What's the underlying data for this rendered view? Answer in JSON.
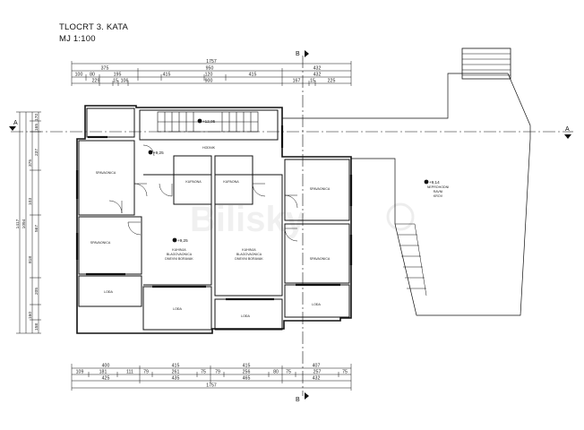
{
  "title": {
    "line1": "TLOCRT 3. KATA",
    "line2": "MJ 1:100"
  },
  "section_markers": {
    "b_top": "B",
    "b_bottom": "B",
    "a_left": "A",
    "a_right": "A"
  },
  "dimensions_top": {
    "total": "1757",
    "row2": [
      "375",
      "950",
      "432"
    ],
    "row3": [
      "100",
      "80",
      "195",
      "415",
      "120",
      "415",
      "432"
    ],
    "row4": [
      "229",
      "15",
      "106",
      "900",
      "167",
      "15",
      "225"
    ]
  },
  "dimensions_bottom": {
    "row1": [
      "400",
      "415",
      "415",
      "407"
    ],
    "row2": [
      "109",
      "181",
      "111",
      "79",
      "261",
      "75",
      "79",
      "256",
      "80",
      "75",
      "257",
      "75"
    ],
    "row3": [
      "425",
      "435",
      "465",
      "432"
    ],
    "total": "1757"
  },
  "dimensions_left": {
    "total": "1417",
    "sub": "1094",
    "values": [
      "170",
      "165",
      "237",
      "375",
      "103",
      "567",
      "818",
      "205",
      "160",
      "158"
    ]
  },
  "levels": [
    "+12,95",
    "+9,25",
    "+9,25",
    "+9,14"
  ],
  "rooms": {
    "hodnik": "HODNIK",
    "spav1": "SPAVAONICA",
    "spav2": "SPAVAONICA",
    "spav3": "SPAVAONICA",
    "spav4": "SPAVAONICA",
    "kup1": "KUPAONA",
    "kup2": "KUPAONA",
    "kuh1_l1": "KUHINJA",
    "kuh1_l2": "BLAGOVAONICA",
    "kuh1_l3": "DNEVNI BORAVAK",
    "kuh2_l1": "KUHINJA",
    "kuh2_l2": "BLAGOVAONICA",
    "kuh2_l3": "DNEVNI BORAVAK",
    "lod1": "LOĐA",
    "lod2": "LOĐA",
    "lod3": "LOĐA",
    "lod4": "LOĐA",
    "neprohodni_l1": "NEPROHODNI",
    "neprohodni_l2": "RAVNI",
    "neprohodni_l3": "KROV"
  },
  "watermark": "Bilisky"
}
